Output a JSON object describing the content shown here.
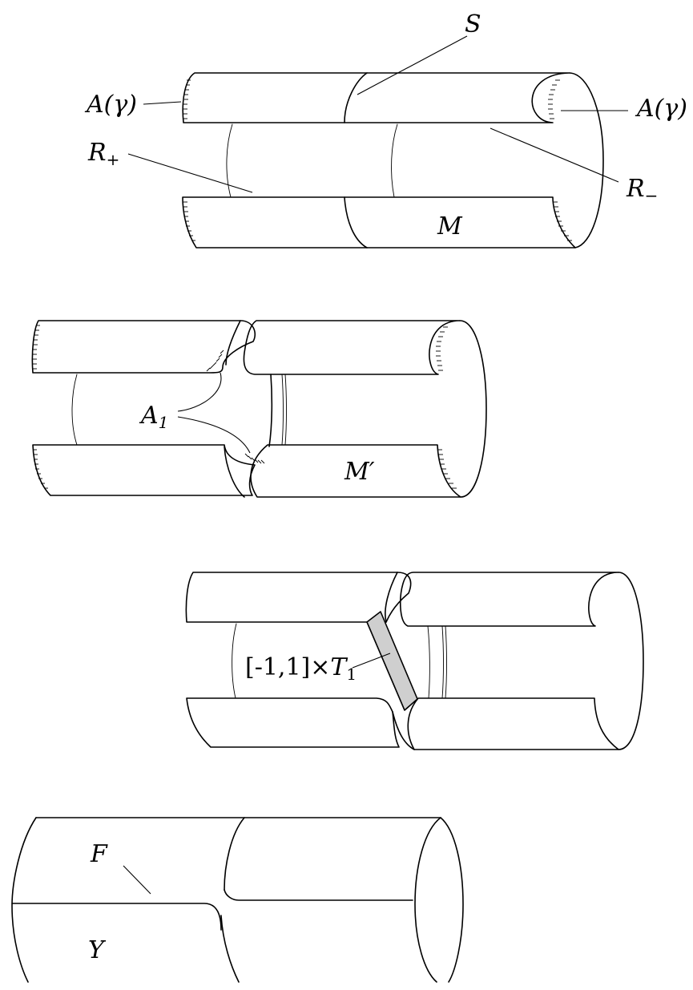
{
  "panel1": {
    "label_S": "S",
    "label_A_gamma_left": "A(γ)",
    "label_A_gamma_right": "A(γ)",
    "label_R_plus": {
      "base": "R",
      "sub": "+"
    },
    "label_R_minus": {
      "base": "R",
      "sub": "−"
    },
    "label_M": "M"
  },
  "panel2": {
    "label_A1": {
      "base": "A",
      "sub": "1"
    },
    "label_M_prime": "M′"
  },
  "panel3": {
    "label_band": {
      "prefix": "[-1,1]×",
      "base": "T",
      "sub": "1"
    },
    "band_color": "#cfcfcf"
  },
  "panel4": {
    "label_F": "F",
    "label_Y": "Y"
  }
}
